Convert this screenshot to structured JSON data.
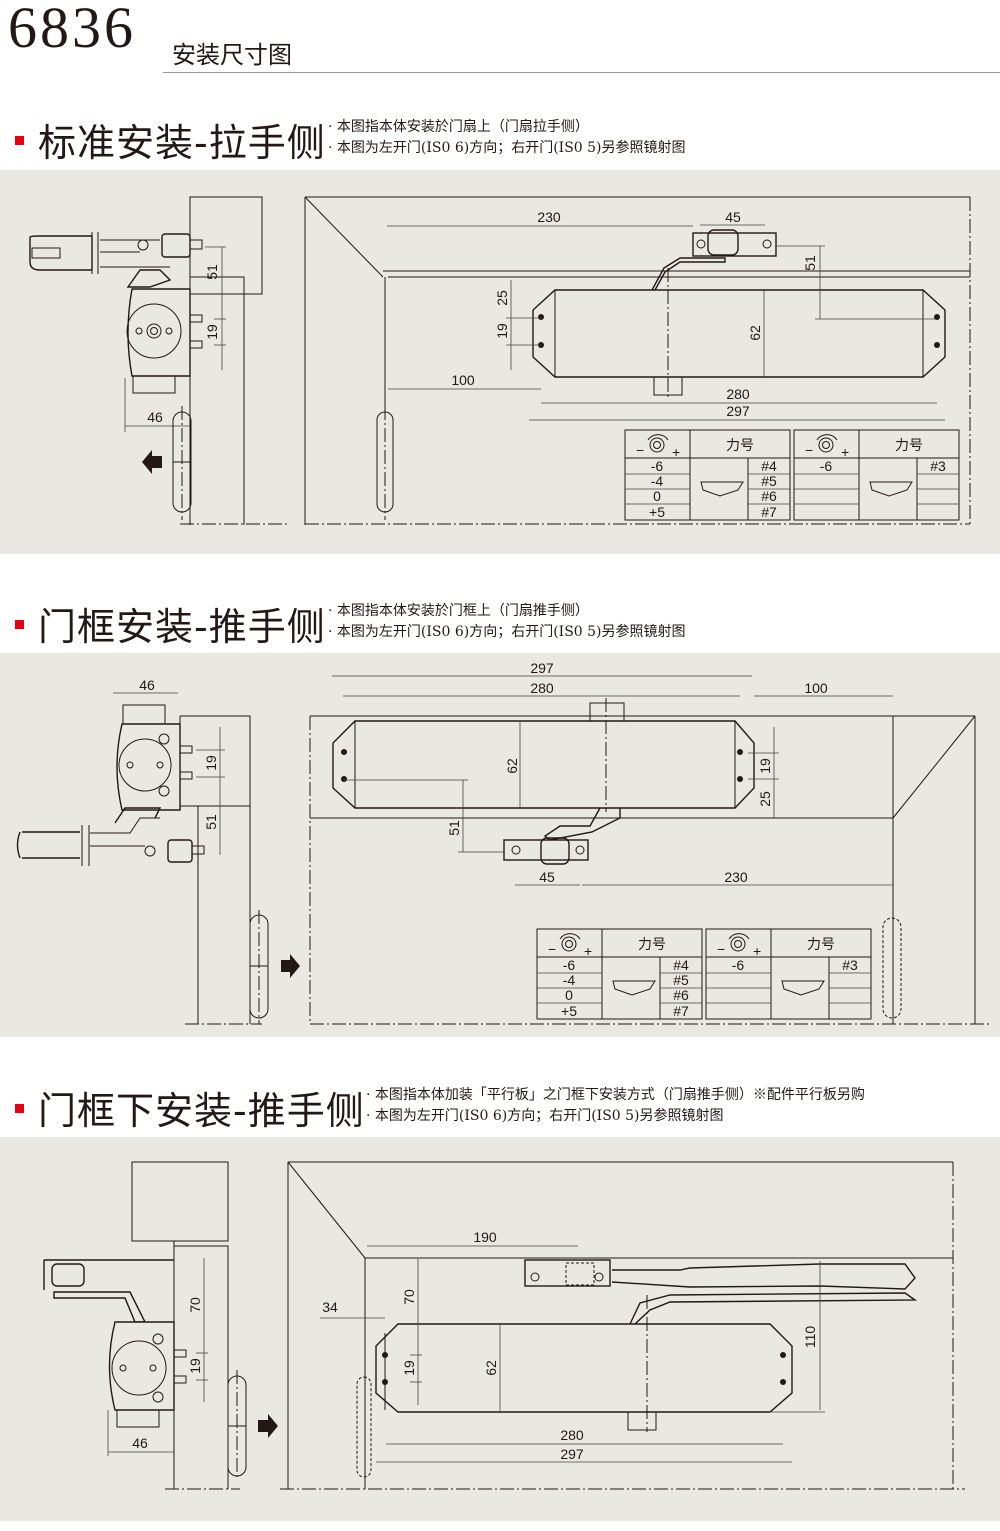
{
  "header": {
    "model": "6836",
    "subtitle": "安装尺寸图"
  },
  "colors": {
    "accent": "#e60012",
    "panel_bg": "#e9e8e1",
    "line": "#231815"
  },
  "sections": [
    {
      "title": "标准安装-拉手侧",
      "notes": [
        "· 本图指本体安装於门扇上（门扇拉手侧）",
        "· 本图为左开门(IS0 6)方向；右开门(IS0 5)另参照镜射图"
      ],
      "side_view": {
        "dims": [
          "51",
          "19",
          "46"
        ],
        "arrow_direction": "left"
      },
      "front_view": {
        "dims": [
          "230",
          "45",
          "51",
          "25",
          "19",
          "62",
          "100",
          "280",
          "297"
        ]
      },
      "tables": [
        {
          "header_icon": "adjust-rotation-icon",
          "header_minus": "−",
          "header_plus": "+",
          "header_label": "力号",
          "rows": [
            [
              "-6",
              "#4"
            ],
            [
              "-4",
              "#5"
            ],
            [
              "0",
              "#6"
            ],
            [
              "+5",
              "#7"
            ]
          ]
        },
        {
          "header_icon": "adjust-rotation-icon",
          "header_minus": "−",
          "header_plus": "+",
          "header_label": "力号",
          "rows": [
            [
              "-6",
              "#3"
            ],
            [
              "",
              ""
            ],
            [
              "",
              ""
            ],
            [
              "",
              ""
            ]
          ]
        }
      ]
    },
    {
      "title": "门框安装-推手侧",
      "notes": [
        "· 本图指本体安装於门框上（门扇推手侧）",
        "· 本图为左开门(IS0 6)方向；右开门(IS0 5)另参照镜射图"
      ],
      "side_view": {
        "dims": [
          "46",
          "19",
          "51"
        ],
        "arrow_direction": "right"
      },
      "front_view": {
        "dims": [
          "297",
          "280",
          "100",
          "62",
          "19",
          "25",
          "51",
          "45",
          "230"
        ]
      },
      "tables": [
        {
          "header_icon": "adjust-rotation-icon",
          "header_minus": "−",
          "header_plus": "+",
          "header_label": "力号",
          "rows": [
            [
              "-6",
              "#4"
            ],
            [
              "-4",
              "#5"
            ],
            [
              "0",
              "#6"
            ],
            [
              "+5",
              "#7"
            ]
          ]
        },
        {
          "header_icon": "adjust-rotation-icon",
          "header_minus": "−",
          "header_plus": "+",
          "header_label": "力号",
          "rows": [
            [
              "-6",
              "#3"
            ],
            [
              "",
              ""
            ],
            [
              "",
              ""
            ],
            [
              "",
              ""
            ]
          ]
        }
      ]
    },
    {
      "title": "门框下安装-推手侧",
      "notes": [
        "· 本图指本体加装「平行板」之门框下安装方式（门扇推手侧）※配件平行板另购",
        "· 本图为左开门(IS0 6)方向；右开门(IS0 5)另参照镜射图"
      ],
      "side_view": {
        "dims": [
          "70",
          "19",
          "46"
        ],
        "arrow_direction": "right"
      },
      "front_view": {
        "dims": [
          "190",
          "34",
          "70",
          "19",
          "62",
          "110",
          "280",
          "297"
        ]
      }
    }
  ]
}
